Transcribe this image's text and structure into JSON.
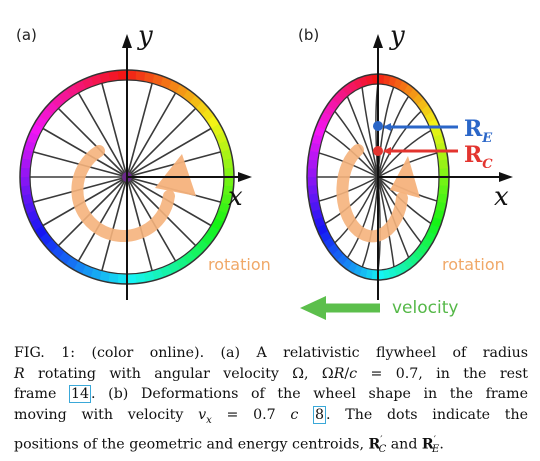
{
  "panels": {
    "a": {
      "label": "(a)",
      "y_axis_label": "y",
      "x_axis_label": "x",
      "rotation_label": "rotation"
    },
    "b": {
      "label": "(b)",
      "y_axis_label": "y",
      "x_axis_label": "x",
      "rotation_label": "rotation",
      "velocity_label": "velocity",
      "energy_centroid": {
        "main": "R",
        "sub": "E"
      },
      "geometric_centroid": {
        "main": "R",
        "sub": "C"
      }
    }
  },
  "colors": {
    "spoke": "#3a3a3a",
    "hub": "#6a2a8a",
    "rotation_arrow": "#f5b27c",
    "velocity_arrow": "#5cbf4c",
    "energy_centroid": "#2a66c8",
    "geometric_centroid": "#e3342f"
  },
  "caption": {
    "l1a": "FIG. 1: (color online). (a) A relativistic flywheel of radius",
    "l2a": "R",
    "l2b": " rotating with angular velocity Ω, Ω",
    "l2c": "R",
    "l2d": "/",
    "l2e": "c",
    "l2f": " = 0.7, in the rest",
    "l3a": "frame ",
    "ref1": "14",
    "l3b": ". (b) Deformations of the wheel shape in the frame",
    "l4a": "moving with velocity ",
    "l4b": "v",
    "l4c": "x",
    "l4d": " = 0.7 ",
    "l4e": "c",
    "ref2": "8",
    "l4f": ". The dots indicate the",
    "l5a": "positions of the geometric and energy centroids, ",
    "l5b": "R",
    "l5c": "′",
    "l5d": "C",
    "l5e": " and ",
    "l5f": "R",
    "l5g": "′",
    "l5h": "E",
    "l5i": "."
  }
}
